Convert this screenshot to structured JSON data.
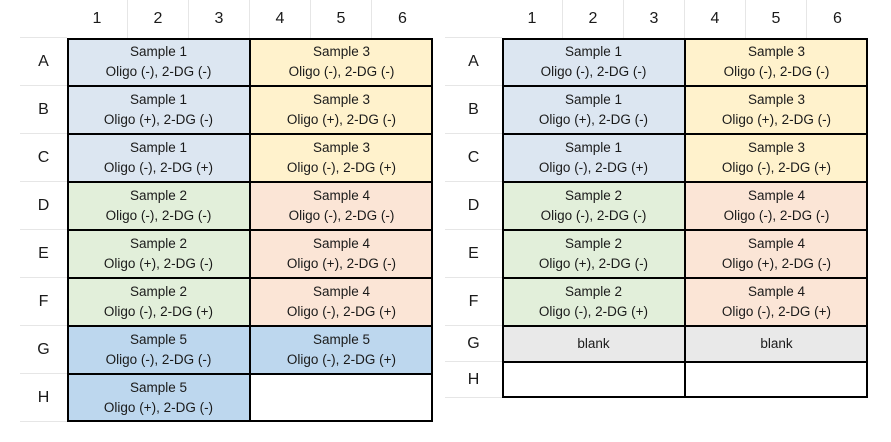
{
  "colors": {
    "sample1_fill": "#dce6f1",
    "sample2_fill": "#e2efda",
    "sample3_fill": "#fff2cc",
    "sample4_fill": "#fbe5d6",
    "sample5_fill": "#bdd7ee",
    "blank_fill": "#e9e9e9",
    "empty_fill": "#ffffff",
    "table_border": "#000000",
    "gridline": "#e6e6e6",
    "text": "#1a1a1a"
  },
  "plates": [
    {
      "column_headers": [
        "1",
        "2",
        "3",
        "4",
        "5",
        "6"
      ],
      "rows": [
        {
          "label": "A",
          "cells": [
            {
              "line1": "Sample 1",
              "line2": "Oligo (-), 2-DG (-)",
              "fill": "#dce6f1"
            },
            {
              "line1": "Sample 3",
              "line2": "Oligo (-), 2-DG (-)",
              "fill": "#fff2cc"
            }
          ]
        },
        {
          "label": "B",
          "cells": [
            {
              "line1": "Sample 1",
              "line2": "Oligo (+), 2-DG (-)",
              "fill": "#dce6f1"
            },
            {
              "line1": "Sample 3",
              "line2": "Oligo (+), 2-DG (-)",
              "fill": "#fff2cc"
            }
          ]
        },
        {
          "label": "C",
          "cells": [
            {
              "line1": "Sample 1",
              "line2": "Oligo (-), 2-DG (+)",
              "fill": "#dce6f1"
            },
            {
              "line1": "Sample 3",
              "line2": "Oligo (-), 2-DG (+)",
              "fill": "#fff2cc"
            }
          ]
        },
        {
          "label": "D",
          "cells": [
            {
              "line1": "Sample 2",
              "line2": "Oligo (-), 2-DG (-)",
              "fill": "#e2efda"
            },
            {
              "line1": "Sample 4",
              "line2": "Oligo (-), 2-DG (-)",
              "fill": "#fbe5d6"
            }
          ]
        },
        {
          "label": "E",
          "cells": [
            {
              "line1": "Sample 2",
              "line2": "Oligo (+), 2-DG (-)",
              "fill": "#e2efda"
            },
            {
              "line1": "Sample 4",
              "line2": "Oligo (+), 2-DG (-)",
              "fill": "#fbe5d6"
            }
          ]
        },
        {
          "label": "F",
          "cells": [
            {
              "line1": "Sample 2",
              "line2": "Oligo (-), 2-DG (+)",
              "fill": "#e2efda"
            },
            {
              "line1": "Sample 4",
              "line2": "Oligo (-), 2-DG (+)",
              "fill": "#fbe5d6"
            }
          ]
        },
        {
          "label": "G",
          "cells": [
            {
              "line1": "Sample 5",
              "line2": "Oligo (-), 2-DG (-)",
              "fill": "#bdd7ee"
            },
            {
              "line1": "Sample 5",
              "line2": "Oligo (-), 2-DG (+)",
              "fill": "#bdd7ee"
            }
          ]
        },
        {
          "label": "H",
          "cells": [
            {
              "line1": "Sample 5",
              "line2": "Oligo (+), 2-DG (-)",
              "fill": "#bdd7ee"
            },
            {
              "line1": "",
              "line2": "",
              "fill": "#ffffff"
            }
          ]
        }
      ]
    },
    {
      "column_headers": [
        "1",
        "2",
        "3",
        "4",
        "5",
        "6"
      ],
      "rows": [
        {
          "label": "A",
          "cells": [
            {
              "line1": "Sample 1",
              "line2": "Oligo (-), 2-DG (-)",
              "fill": "#dce6f1"
            },
            {
              "line1": "Sample 3",
              "line2": "Oligo (-), 2-DG (-)",
              "fill": "#fff2cc"
            }
          ]
        },
        {
          "label": "B",
          "cells": [
            {
              "line1": "Sample 1",
              "line2": "Oligo (+), 2-DG (-)",
              "fill": "#dce6f1"
            },
            {
              "line1": "Sample 3",
              "line2": "Oligo (+), 2-DG (-)",
              "fill": "#fff2cc"
            }
          ]
        },
        {
          "label": "C",
          "cells": [
            {
              "line1": "Sample 1",
              "line2": "Oligo (-), 2-DG (+)",
              "fill": "#dce6f1"
            },
            {
              "line1": "Sample 3",
              "line2": "Oligo (-), 2-DG (+)",
              "fill": "#fff2cc"
            }
          ]
        },
        {
          "label": "D",
          "cells": [
            {
              "line1": "Sample 2",
              "line2": "Oligo (-), 2-DG (-)",
              "fill": "#e2efda"
            },
            {
              "line1": "Sample 4",
              "line2": "Oligo (-), 2-DG (-)",
              "fill": "#fbe5d6"
            }
          ]
        },
        {
          "label": "E",
          "cells": [
            {
              "line1": "Sample 2",
              "line2": "Oligo (+), 2-DG (-)",
              "fill": "#e2efda"
            },
            {
              "line1": "Sample 4",
              "line2": "Oligo (+), 2-DG (-)",
              "fill": "#fbe5d6"
            }
          ]
        },
        {
          "label": "F",
          "cells": [
            {
              "line1": "Sample 2",
              "line2": "Oligo (-), 2-DG (+)",
              "fill": "#e2efda"
            },
            {
              "line1": "Sample 4",
              "line2": "Oligo (-), 2-DG (+)",
              "fill": "#fbe5d6"
            }
          ]
        },
        {
          "label": "G",
          "cells": [
            {
              "line1": "blank",
              "line2": "",
              "fill": "#e9e9e9"
            },
            {
              "line1": "blank",
              "line2": "",
              "fill": "#e9e9e9"
            }
          ]
        },
        {
          "label": "H",
          "cells": [
            {
              "line1": "",
              "line2": "",
              "fill": "#ffffff"
            },
            {
              "line1": "",
              "line2": "",
              "fill": "#ffffff"
            }
          ]
        }
      ]
    }
  ]
}
